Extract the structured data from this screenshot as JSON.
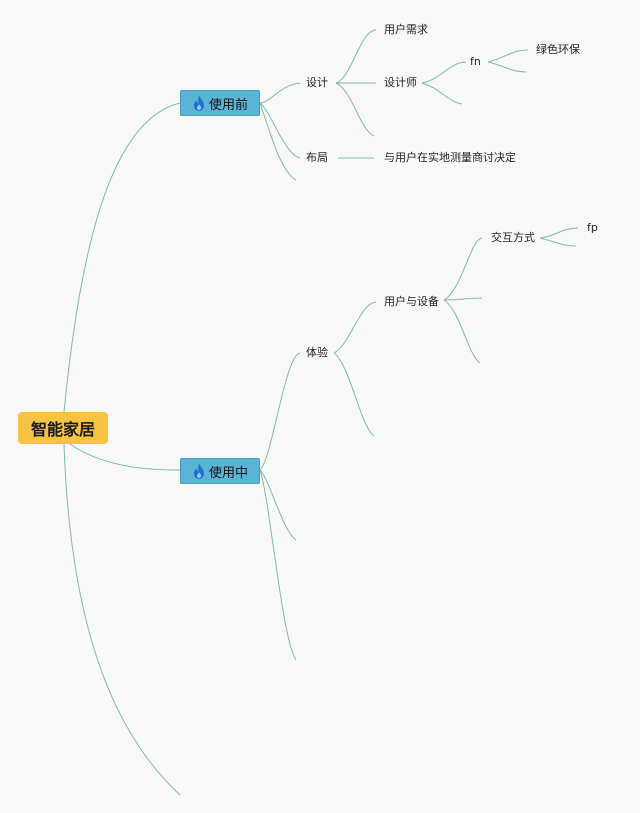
{
  "root": {
    "label": "智能家居"
  },
  "branches": {
    "before": {
      "label": "使用前",
      "icon": "fire-icon",
      "design": {
        "label": "设计",
        "user_needs": "用户需求",
        "designer": "设计师",
        "fn": "fn",
        "green": "绿色环保"
      },
      "layout": {
        "label": "布局",
        "note": "与用户在实地测量商讨决定"
      }
    },
    "during": {
      "label": "使用中",
      "icon": "fire-icon",
      "experience": {
        "label": "体验",
        "user_device": "用户与设备",
        "interaction": "交互方式",
        "fp": "fp"
      }
    }
  },
  "colors": {
    "root": "#f5c242",
    "main_node": "#5ab4d6",
    "edge": "#7fb8ae",
    "background": "#f8f8f8"
  }
}
